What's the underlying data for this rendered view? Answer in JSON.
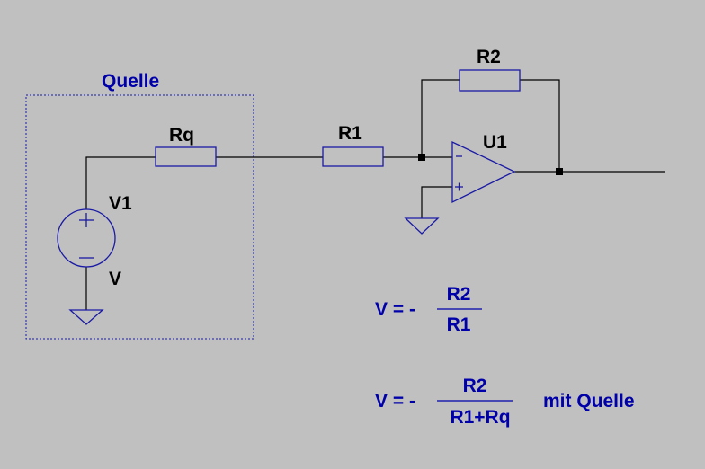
{
  "labels": {
    "group": "Quelle",
    "rq": "Rq",
    "r1": "R1",
    "r2": "R2",
    "u1": "U1",
    "v1": "V1",
    "v": "V"
  },
  "formula1": {
    "lhs": "V = -",
    "numerator": "R2",
    "denominator": "R1"
  },
  "formula2": {
    "lhs": "V = -",
    "numerator": "R2",
    "denominator": "R1+Rq",
    "suffix": "mit Quelle"
  },
  "colors": {
    "background": "#c0c0c0",
    "component": "#1a1aa6",
    "wire": "#000000",
    "text": "#000000",
    "annotation": "#0000aa"
  }
}
